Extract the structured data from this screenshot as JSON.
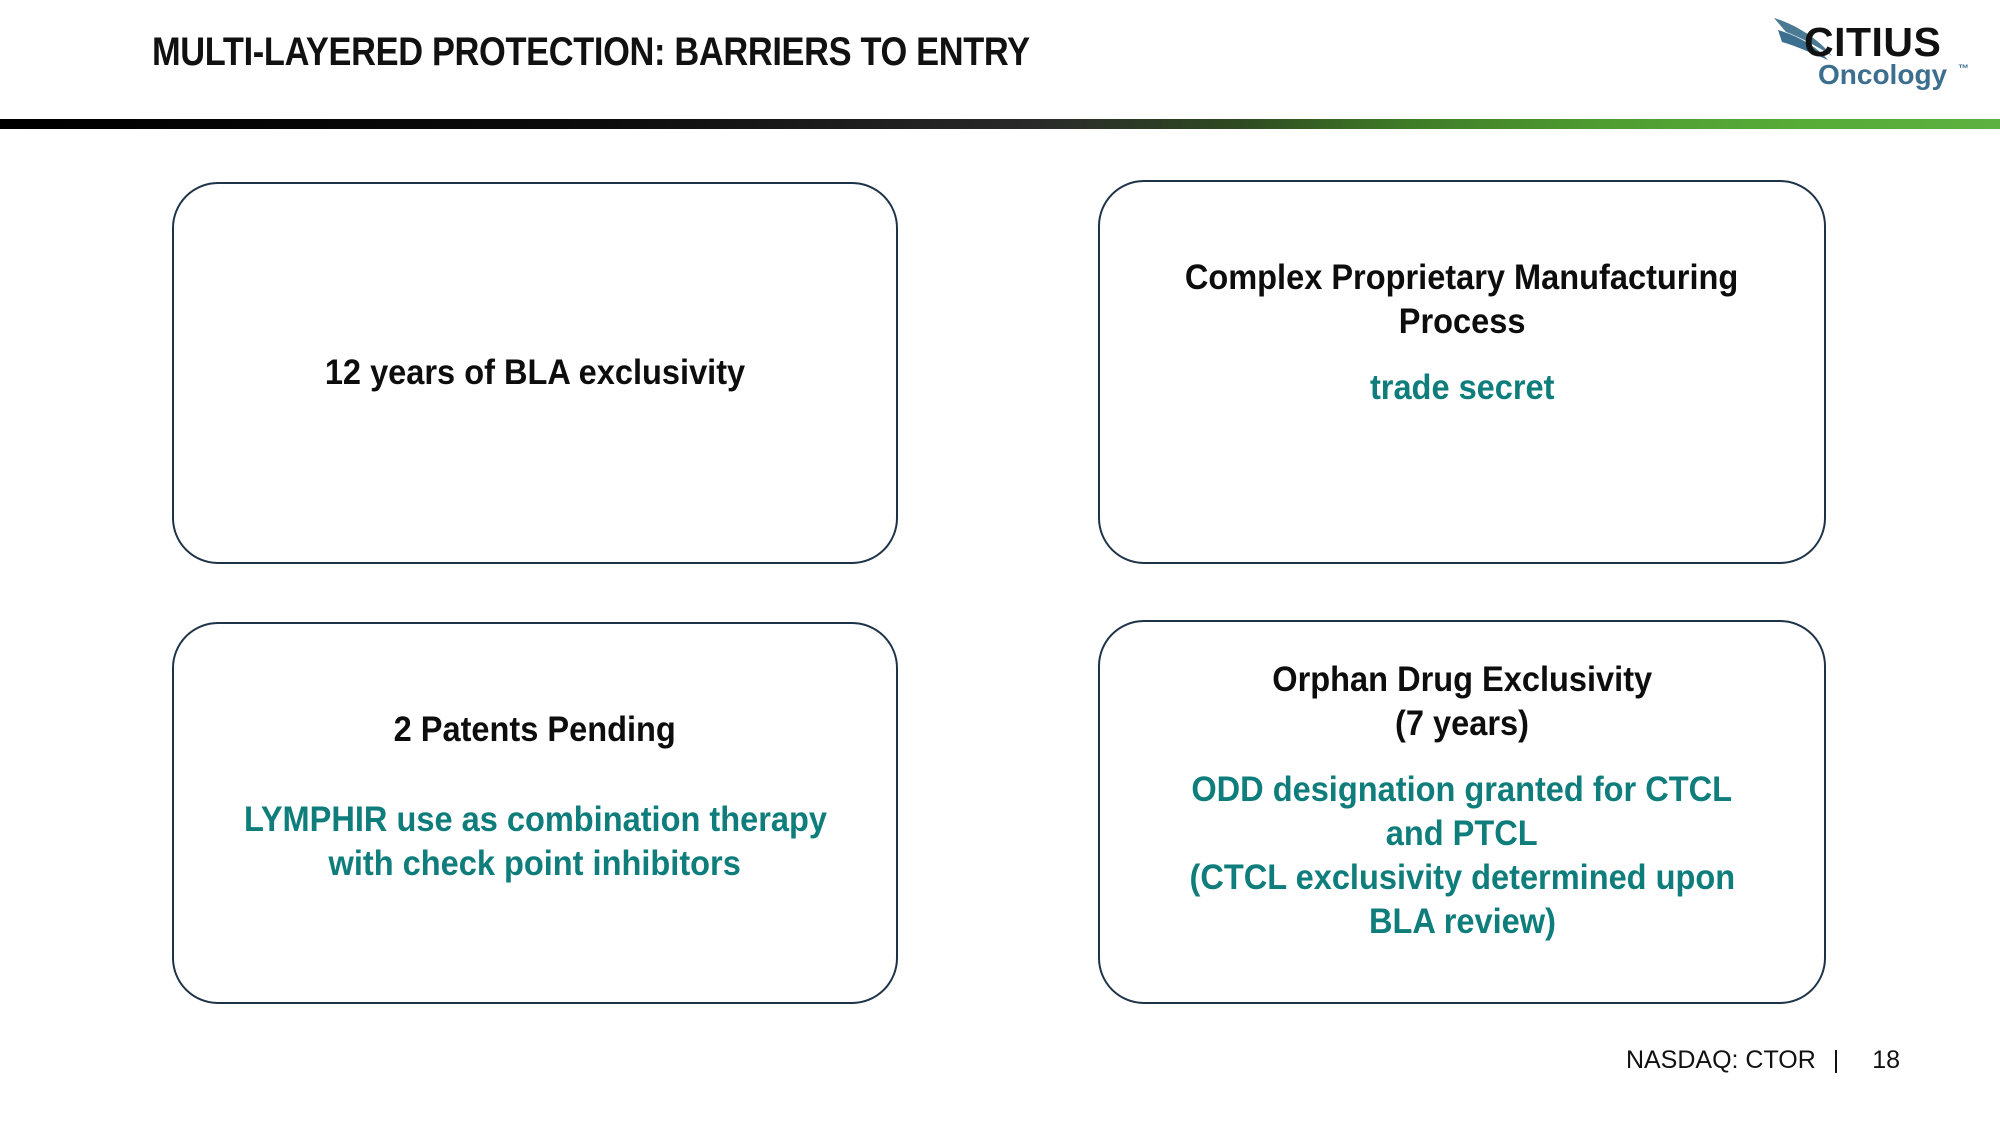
{
  "slide": {
    "title": "MULTI-LAYERED PROTECTION: BARRIERS TO ENTRY",
    "accent_teal": "#0E7D7B",
    "accent_navy": "#1F3348",
    "accent_green": "#5CB140",
    "logo_blue": "#3C6E8F"
  },
  "logo": {
    "wordmark": "CITIUS",
    "subtitle": "Oncology",
    "trademark": "™",
    "swoosh_icon": "swoosh-icon"
  },
  "boxes": [
    {
      "id": "bla",
      "heading": "12 years of BLA exclusivity",
      "detail": ""
    },
    {
      "id": "manufacture",
      "heading_line1": "Complex Proprietary Manufacturing",
      "heading_line2": "Process",
      "detail": "trade secret"
    },
    {
      "id": "patents",
      "heading": "2 Patents Pending",
      "detail_line1": "LYMPHIR use as combination therapy",
      "detail_line2": "with check point inhibitors"
    },
    {
      "id": "odd",
      "heading_line1": "Orphan Drug Exclusivity",
      "heading_line2": "(7 years)",
      "detail_line1": "ODD designation granted for CTCL",
      "detail_line2": "and PTCL",
      "detail_line3": "(CTCL exclusivity determined upon",
      "detail_line4": "BLA review)"
    }
  ],
  "footer": {
    "ticker": "NASDAQ: CTOR",
    "separator": "|",
    "page_number": "18"
  }
}
